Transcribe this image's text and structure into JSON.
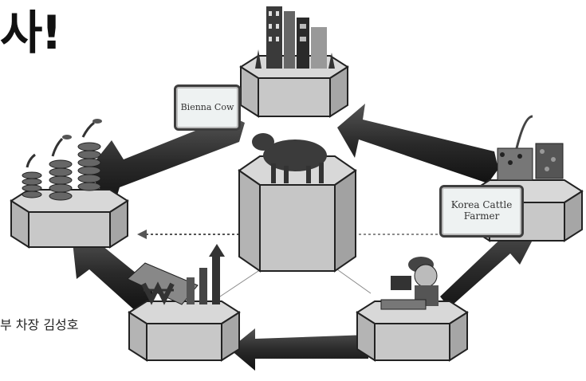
{
  "title": "사!",
  "author": "부 차장 김성호",
  "signs": {
    "cow": "Bienna Cow",
    "farmer": "Korea Cattle Farmer"
  },
  "colors": {
    "arrow": "#333333",
    "hex_top": "#d6d6d6",
    "hex_side": "#a9a9a9"
  },
  "icons": [
    "building-icon",
    "coins-icon",
    "cow-icon",
    "basket-icon",
    "won-chart-icon",
    "farmer-icon"
  ]
}
